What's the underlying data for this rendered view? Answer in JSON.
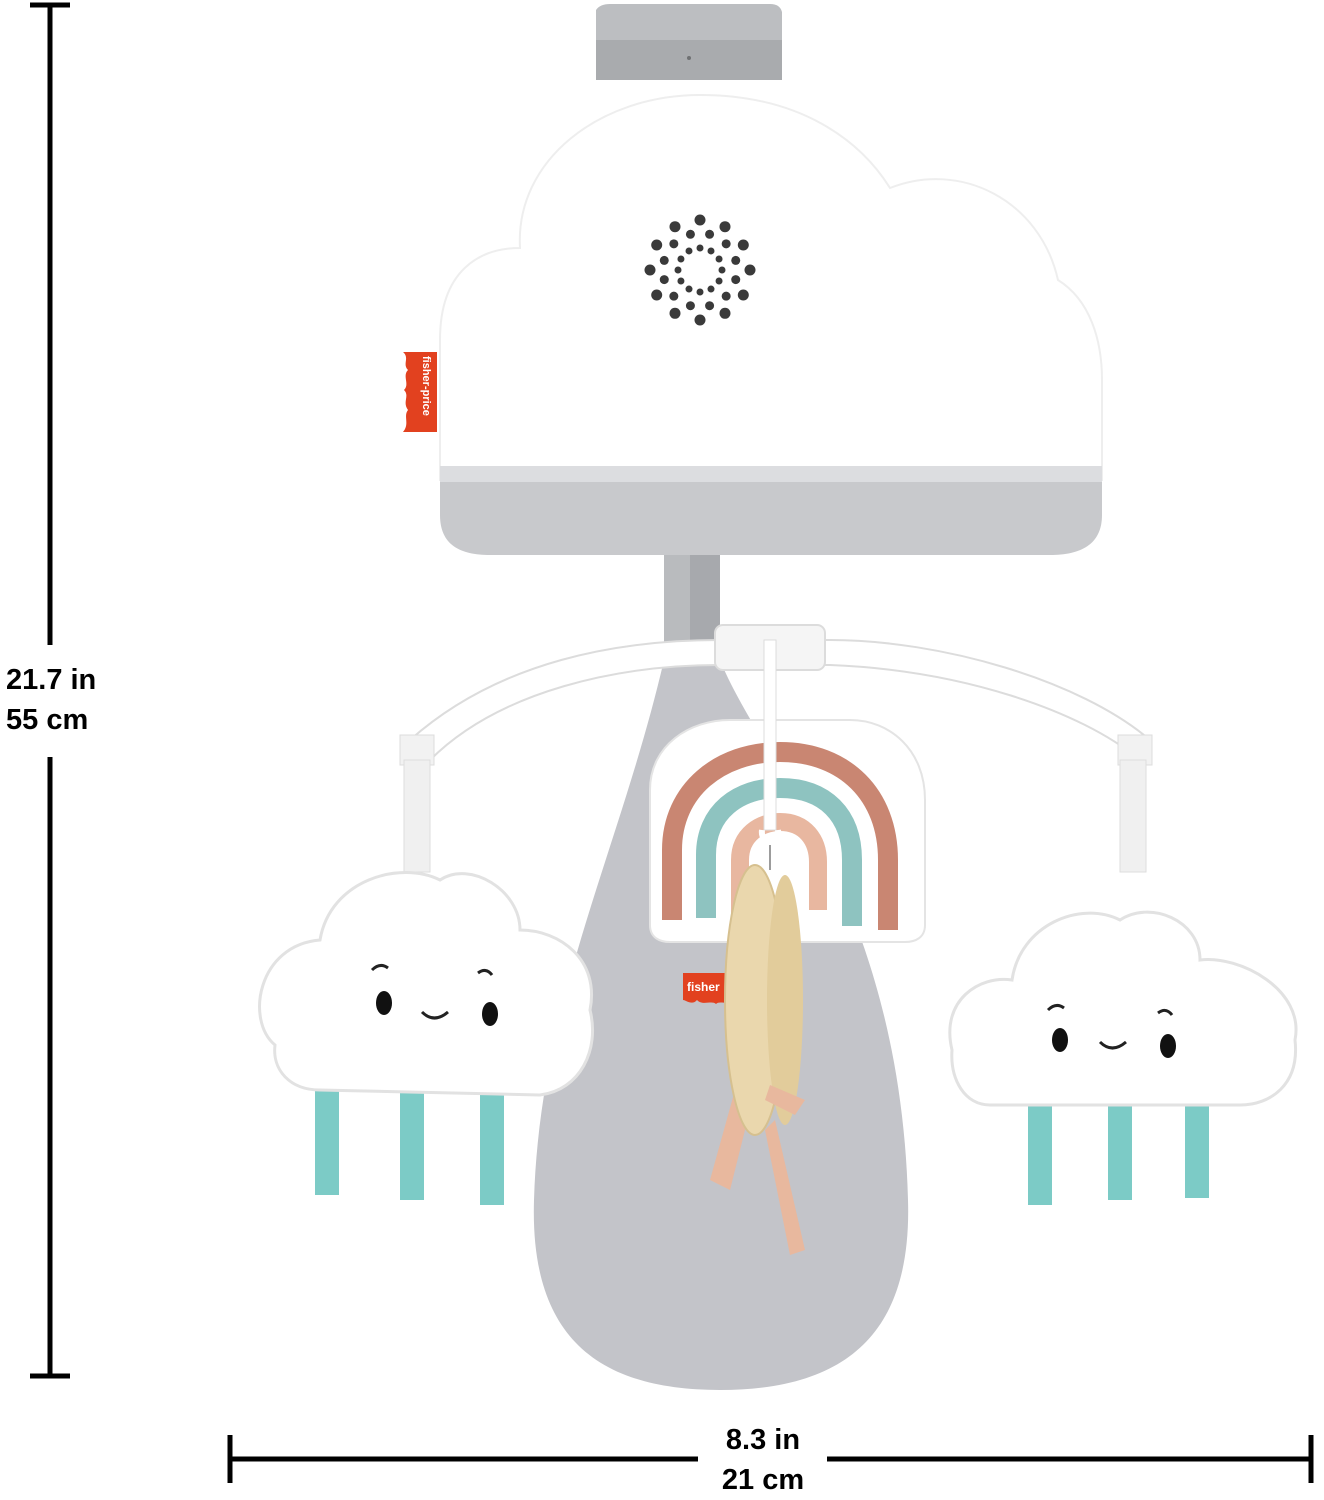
{
  "product": {
    "name": "cloud-crib-mobile",
    "brand_tags": [
      "fisher-price",
      "fisher"
    ],
    "brand_color": "#e2411f",
    "colors": {
      "cloud_body": "#ffffff",
      "base_gray": "#c9cacc",
      "mount_gray": "#b8babd",
      "paddle_gray": "#c3c4c9",
      "rainbow_outer": "#c98672",
      "rainbow_middle": "#8ec3c0",
      "rainbow_inner": "#e8b7a0",
      "tassel_teal": "#7ccbc6",
      "moon_tan": "#ead7ad",
      "ribbon_pink": "#e8b89e",
      "speaker_dots": "#3a3a3a"
    }
  },
  "dimensions": {
    "height": {
      "imperial": "21.7 in",
      "metric": "55 cm"
    },
    "width": {
      "imperial": "8.3 in",
      "metric": "21 cm"
    }
  }
}
